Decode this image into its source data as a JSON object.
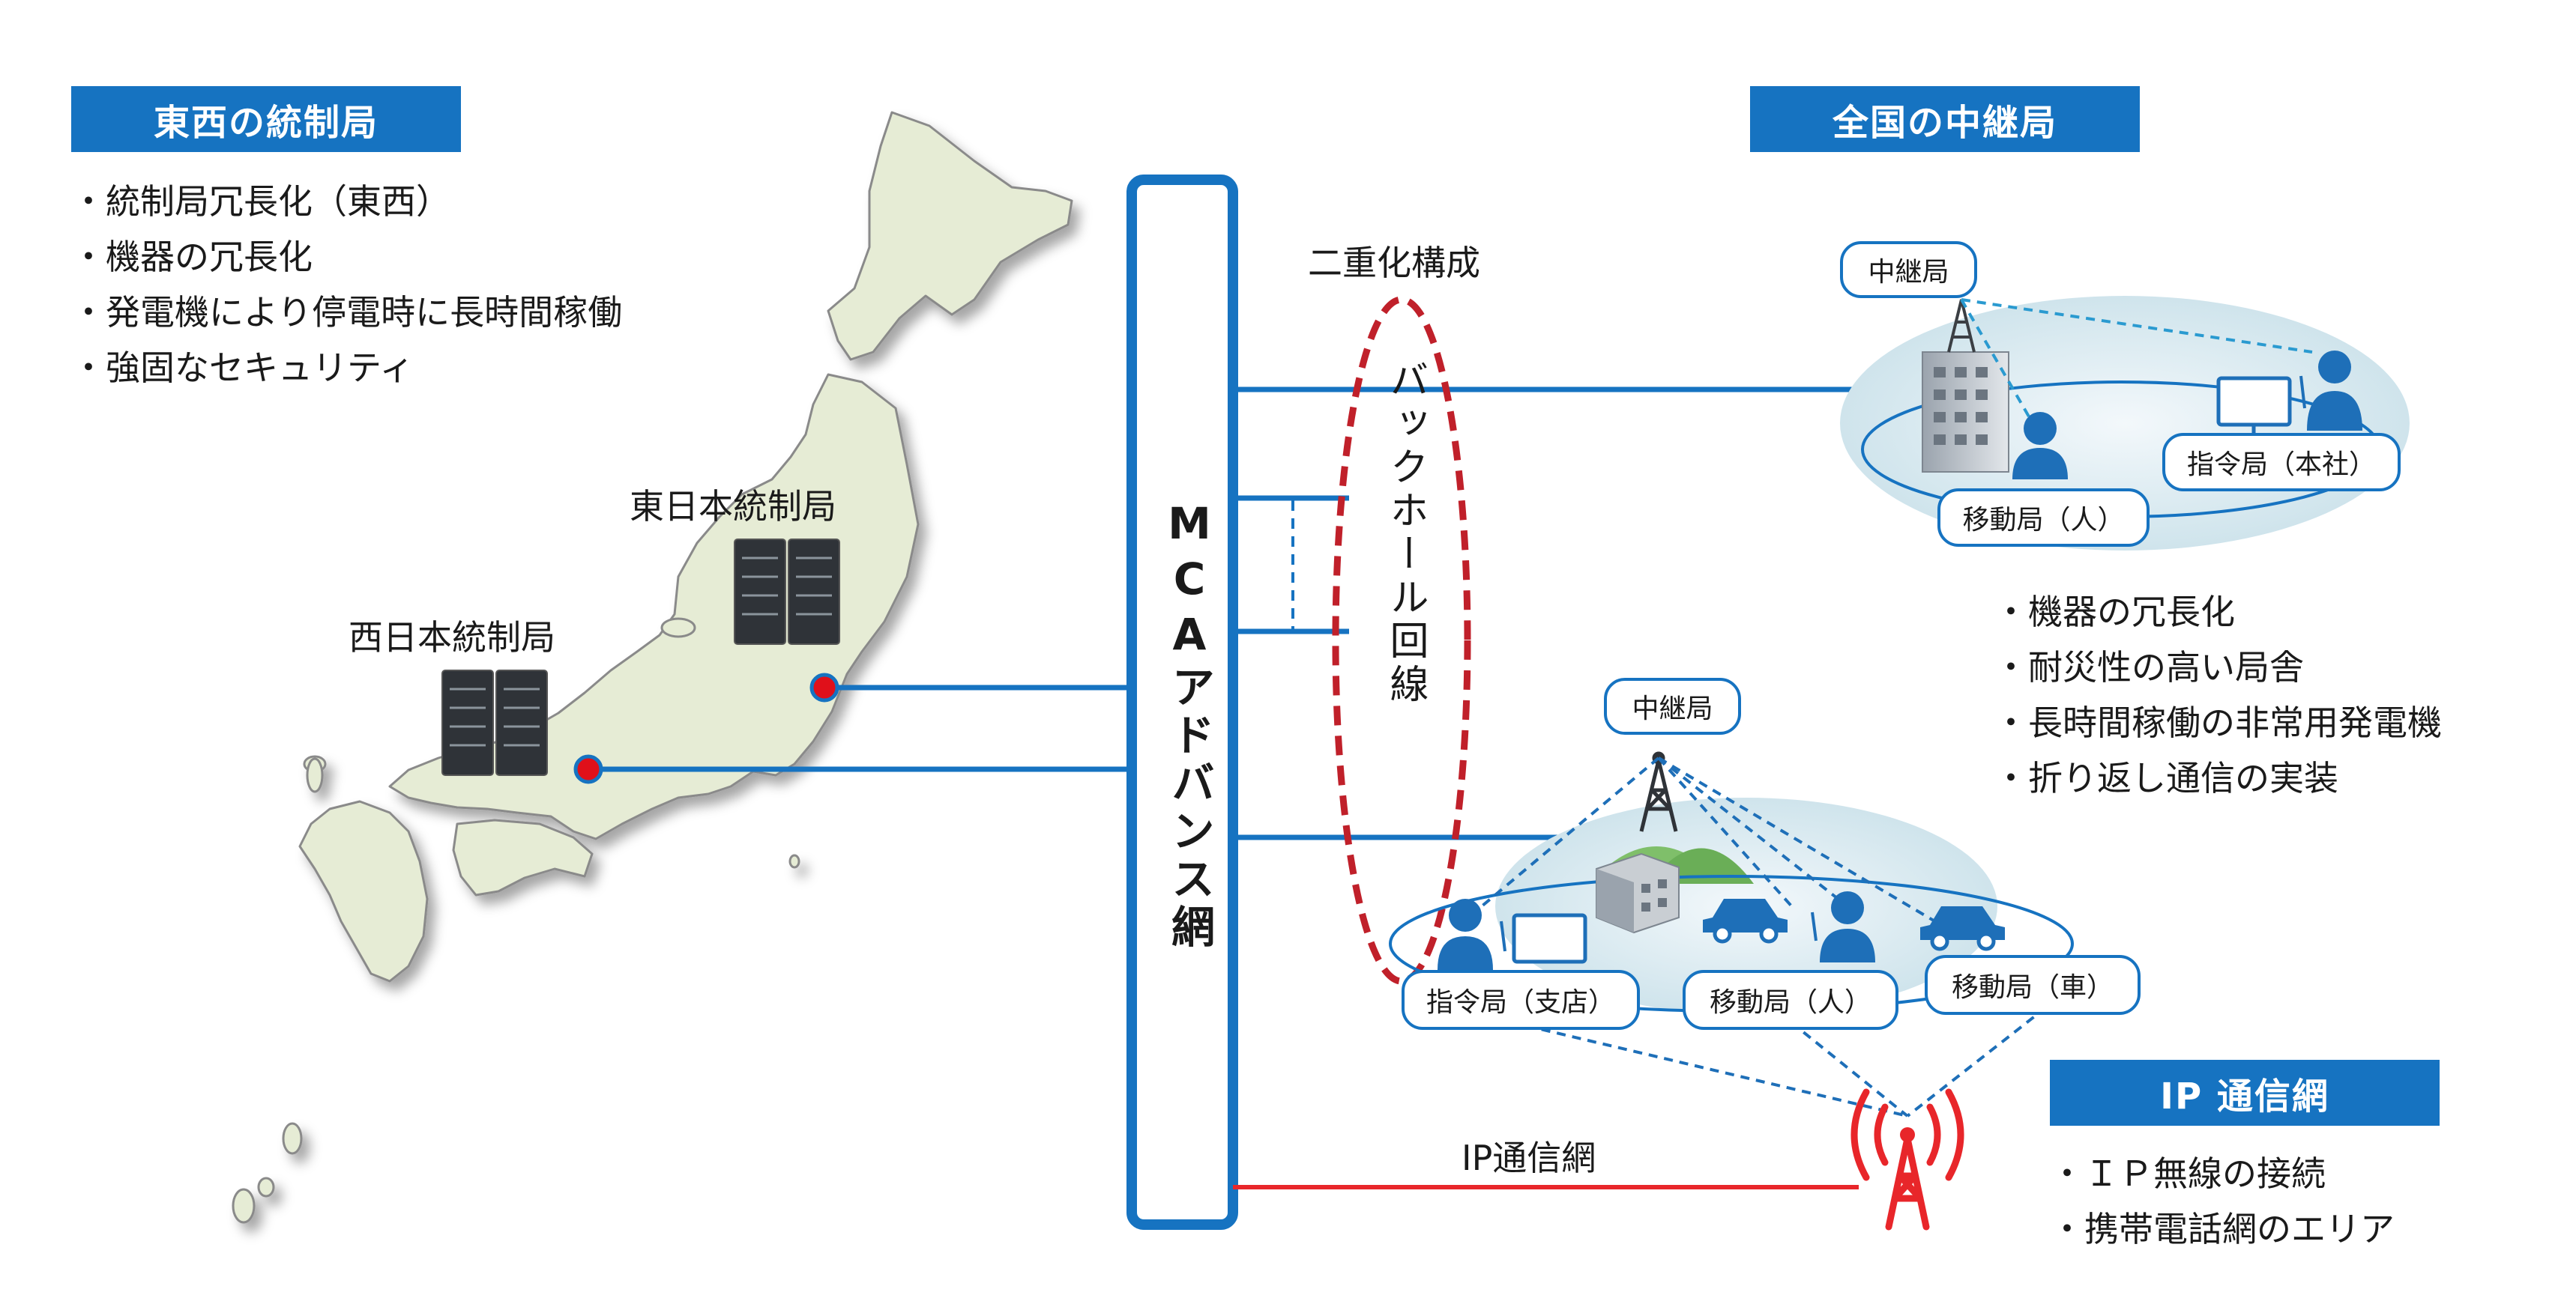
{
  "headers": {
    "east_west_control": "東西の統制局",
    "national_relay": "全国の中継局",
    "ip_network": "IP 通信網"
  },
  "control_features": [
    "統制局冗長化（東西）",
    "機器の冗長化",
    "発電機により停電時に長時間稼働",
    "強固なセキュリティ"
  ],
  "relay_features": [
    "機器の冗長化",
    "耐災性の高い局舎",
    "長時間稼働の非常用発電機",
    "折り返し通信の実装"
  ],
  "ip_features": [
    "ＩＰ無線の接続",
    "携帯電話網のエリア"
  ],
  "labels": {
    "east_control_station": "東日本統制局",
    "west_control_station": "西日本統制局",
    "mca_network": "MCAアドバンス網",
    "duplex": "二重化構成",
    "backhaul": "バックホール回線",
    "ip_line": "IP通信網"
  },
  "bubbles": {
    "relay_top": "中継局",
    "command_hq": "指令局（本社）",
    "mobile_person_top": "移動局（人）",
    "relay_bottom": "中継局",
    "command_branch": "指令局（支店）",
    "mobile_person_bottom": "移動局（人）",
    "mobile_car": "移動局（車）"
  },
  "colors": {
    "accent_blue": "#1673c1",
    "dashed_red": "#c0202a",
    "ip_red": "#e8262a",
    "map_fill": "#e6ecd5",
    "map_stroke": "#8a8a8a"
  }
}
